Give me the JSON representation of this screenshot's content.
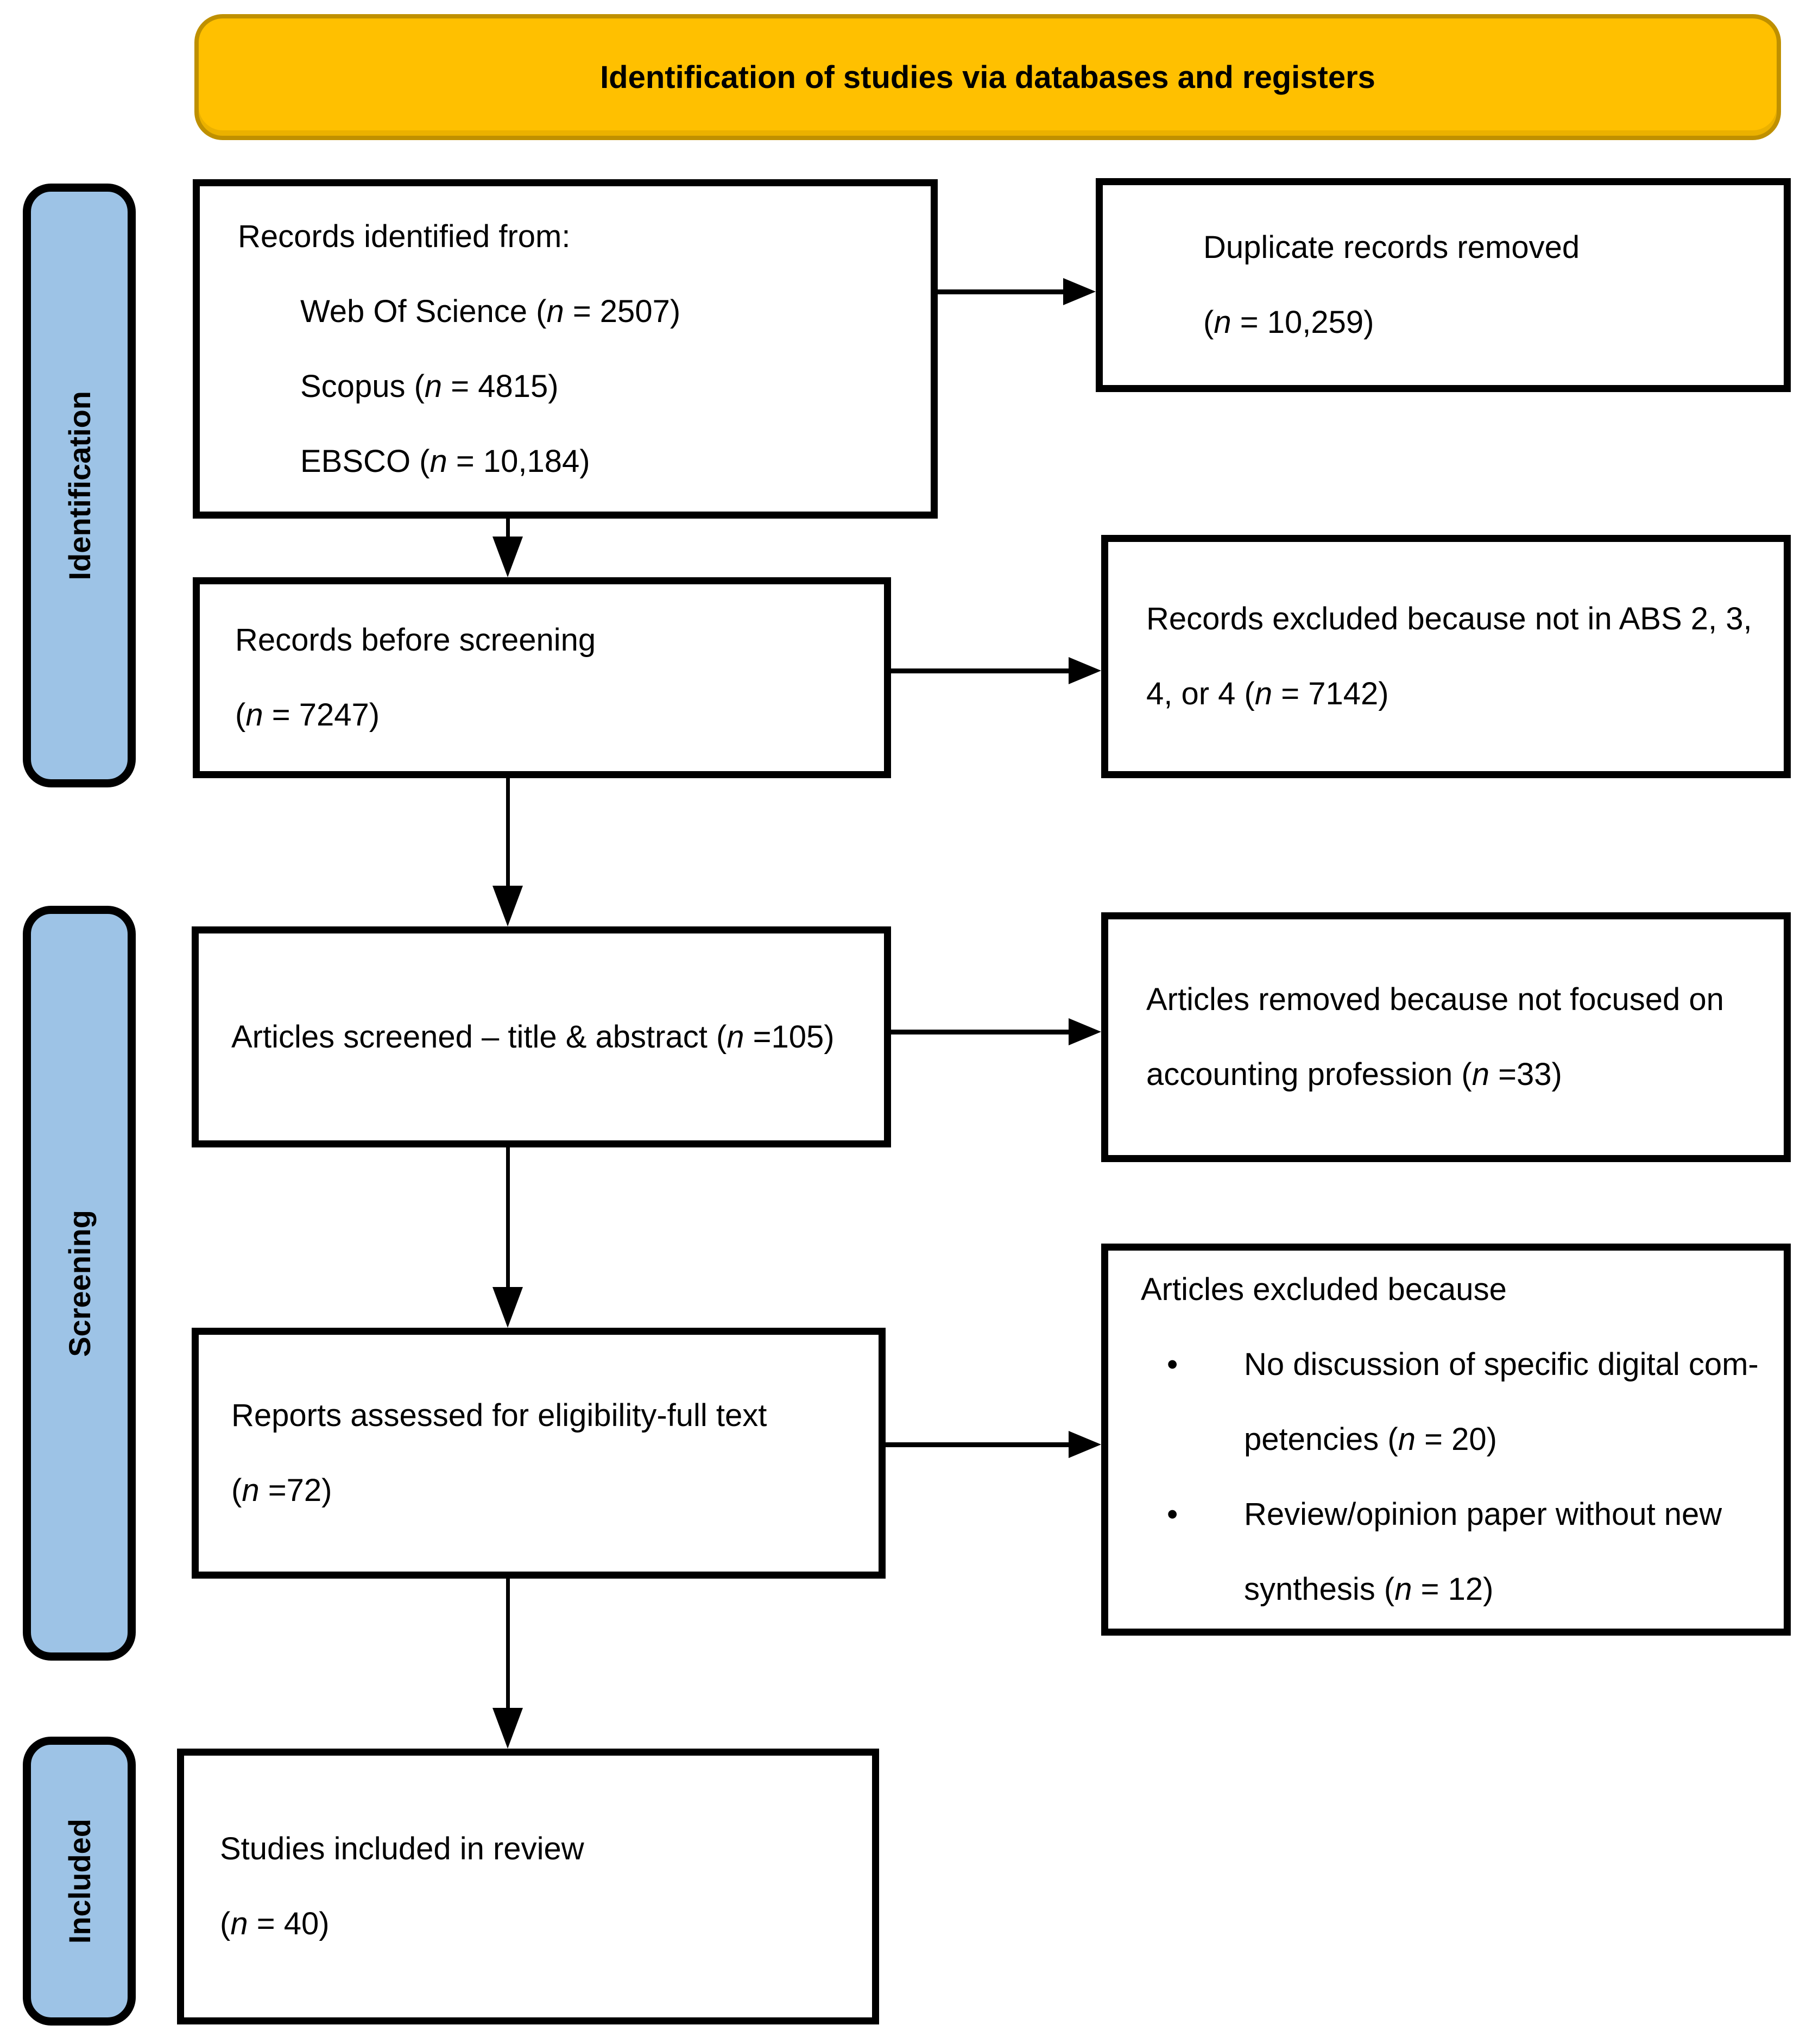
{
  "title": {
    "text": "Identification of studies via databases and registers"
  },
  "sidebar": {
    "stages": [
      {
        "label": "Identification"
      },
      {
        "label": "Screening"
      },
      {
        "label": "Included"
      }
    ]
  },
  "icons": {
    "bullet": "•",
    "arrowhead_down": "solid-triangle-down",
    "arrowhead_right": "solid-triangle-right"
  },
  "colors": {
    "header_fill": "#FFC000",
    "header_border": "#BF9000",
    "stage_fill": "#9DC3E6",
    "stroke": "#000000",
    "box_fill": "#FFFFFF",
    "text": "#000000"
  },
  "flow": {
    "records_identified": {
      "lines": [
        [
          {
            "t": "Records identified from:"
          }
        ],
        [
          {
            "t": "Web Of Science ("
          },
          {
            "t": "n",
            "i": true
          },
          {
            "t": " = 2507)"
          }
        ],
        [
          {
            "t": "Scopus ("
          },
          {
            "t": "n",
            "i": true
          },
          {
            "t": " = 4815)"
          }
        ],
        [
          {
            "t": "EBSCO ("
          },
          {
            "t": "n",
            "i": true
          },
          {
            "t": " = 10,184)"
          }
        ]
      ]
    },
    "duplicates_removed": {
      "lines": [
        [
          {
            "t": "Duplicate records removed"
          }
        ],
        [
          {
            "t": "("
          },
          {
            "t": "n",
            "i": true
          },
          {
            "t": " = 10,259)"
          }
        ]
      ]
    },
    "records_before_screening": {
      "lines": [
        [
          {
            "t": "Records before screening"
          }
        ],
        [
          {
            "t": "("
          },
          {
            "t": "n",
            "i": true
          },
          {
            "t": " = 7247)"
          }
        ]
      ]
    },
    "excluded_not_abs": {
      "lines": [
        [
          {
            "t": "Records excluded because not in ABS 2, 3,"
          }
        ],
        [
          {
            "t": "4, or 4 ("
          },
          {
            "t": "n",
            "i": true
          },
          {
            "t": " = 7142)"
          }
        ]
      ]
    },
    "articles_screened": {
      "lines": [
        [
          {
            "t": "Articles screened – title & abstract ("
          },
          {
            "t": "n",
            "i": true
          },
          {
            "t": " =105)"
          }
        ]
      ]
    },
    "removed_not_focused": {
      "lines": [
        [
          {
            "t": "Articles removed because not focused on"
          }
        ],
        [
          {
            "t": "accounting profession ("
          },
          {
            "t": "n",
            "i": true
          },
          {
            "t": " =33)"
          }
        ]
      ]
    },
    "reports_assessed": {
      "lines": [
        [
          {
            "t": "Reports assessed for eligibility-full text"
          }
        ],
        [
          {
            "t": "("
          },
          {
            "t": "n",
            "i": true
          },
          {
            "t": " =72)"
          }
        ]
      ]
    },
    "articles_excluded": {
      "heading": [
        {
          "t": "Articles excluded because"
        }
      ],
      "items": [
        {
          "lines": [
            [
              {
                "t": "No discussion of specific digital com-"
              }
            ],
            [
              {
                "t": "petencies ("
              },
              {
                "t": "n",
                "i": true
              },
              {
                "t": " = 20)"
              }
            ]
          ]
        },
        {
          "lines": [
            [
              {
                "t": "Review/opinion paper without new"
              }
            ],
            [
              {
                "t": "synthesis ("
              },
              {
                "t": "n",
                "i": true
              },
              {
                "t": " = 12)"
              }
            ]
          ]
        }
      ]
    },
    "studies_included": {
      "lines": [
        [
          {
            "t": "Studies included in review"
          }
        ],
        [
          {
            "t": "("
          },
          {
            "t": "n",
            "i": true
          },
          {
            "t": " = 40)"
          }
        ]
      ]
    }
  }
}
